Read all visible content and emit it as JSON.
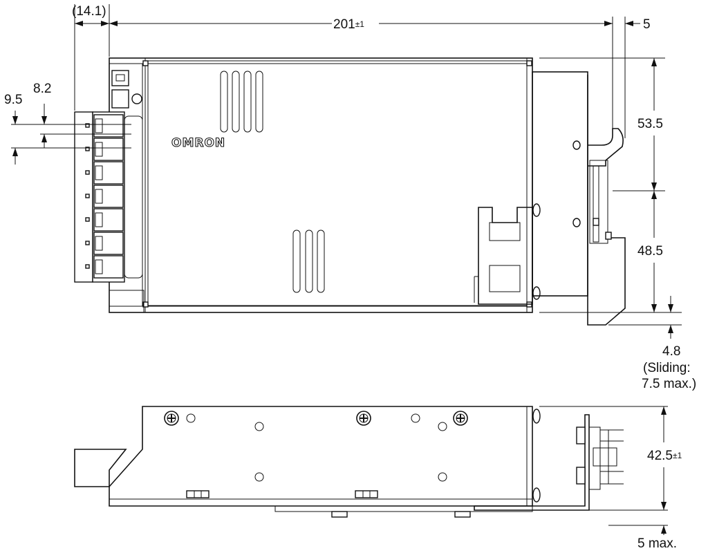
{
  "brand": {
    "logo_text": "OMRON"
  },
  "dimensions": {
    "top_view": {
      "overall_width": {
        "label": "201",
        "tolerance": "±1"
      },
      "left_overhang": {
        "label": "(14.1)"
      },
      "right_offset": {
        "label": "5"
      },
      "upper_height": {
        "label": "53.5"
      },
      "lower_height": {
        "label": "48.5"
      },
      "terminal_pitch_a": {
        "label": "9.5"
      },
      "terminal_pitch_b": {
        "label": "8.2"
      },
      "rail_offset": {
        "label": "4.8"
      },
      "sliding_note_1": {
        "label": "(Sliding:"
      },
      "sliding_note_2": {
        "label": "7.5 max.)"
      }
    },
    "side_view": {
      "height": {
        "label": "42.5",
        "tolerance": "±1"
      },
      "bottom_max": {
        "label": "5 max."
      }
    }
  }
}
